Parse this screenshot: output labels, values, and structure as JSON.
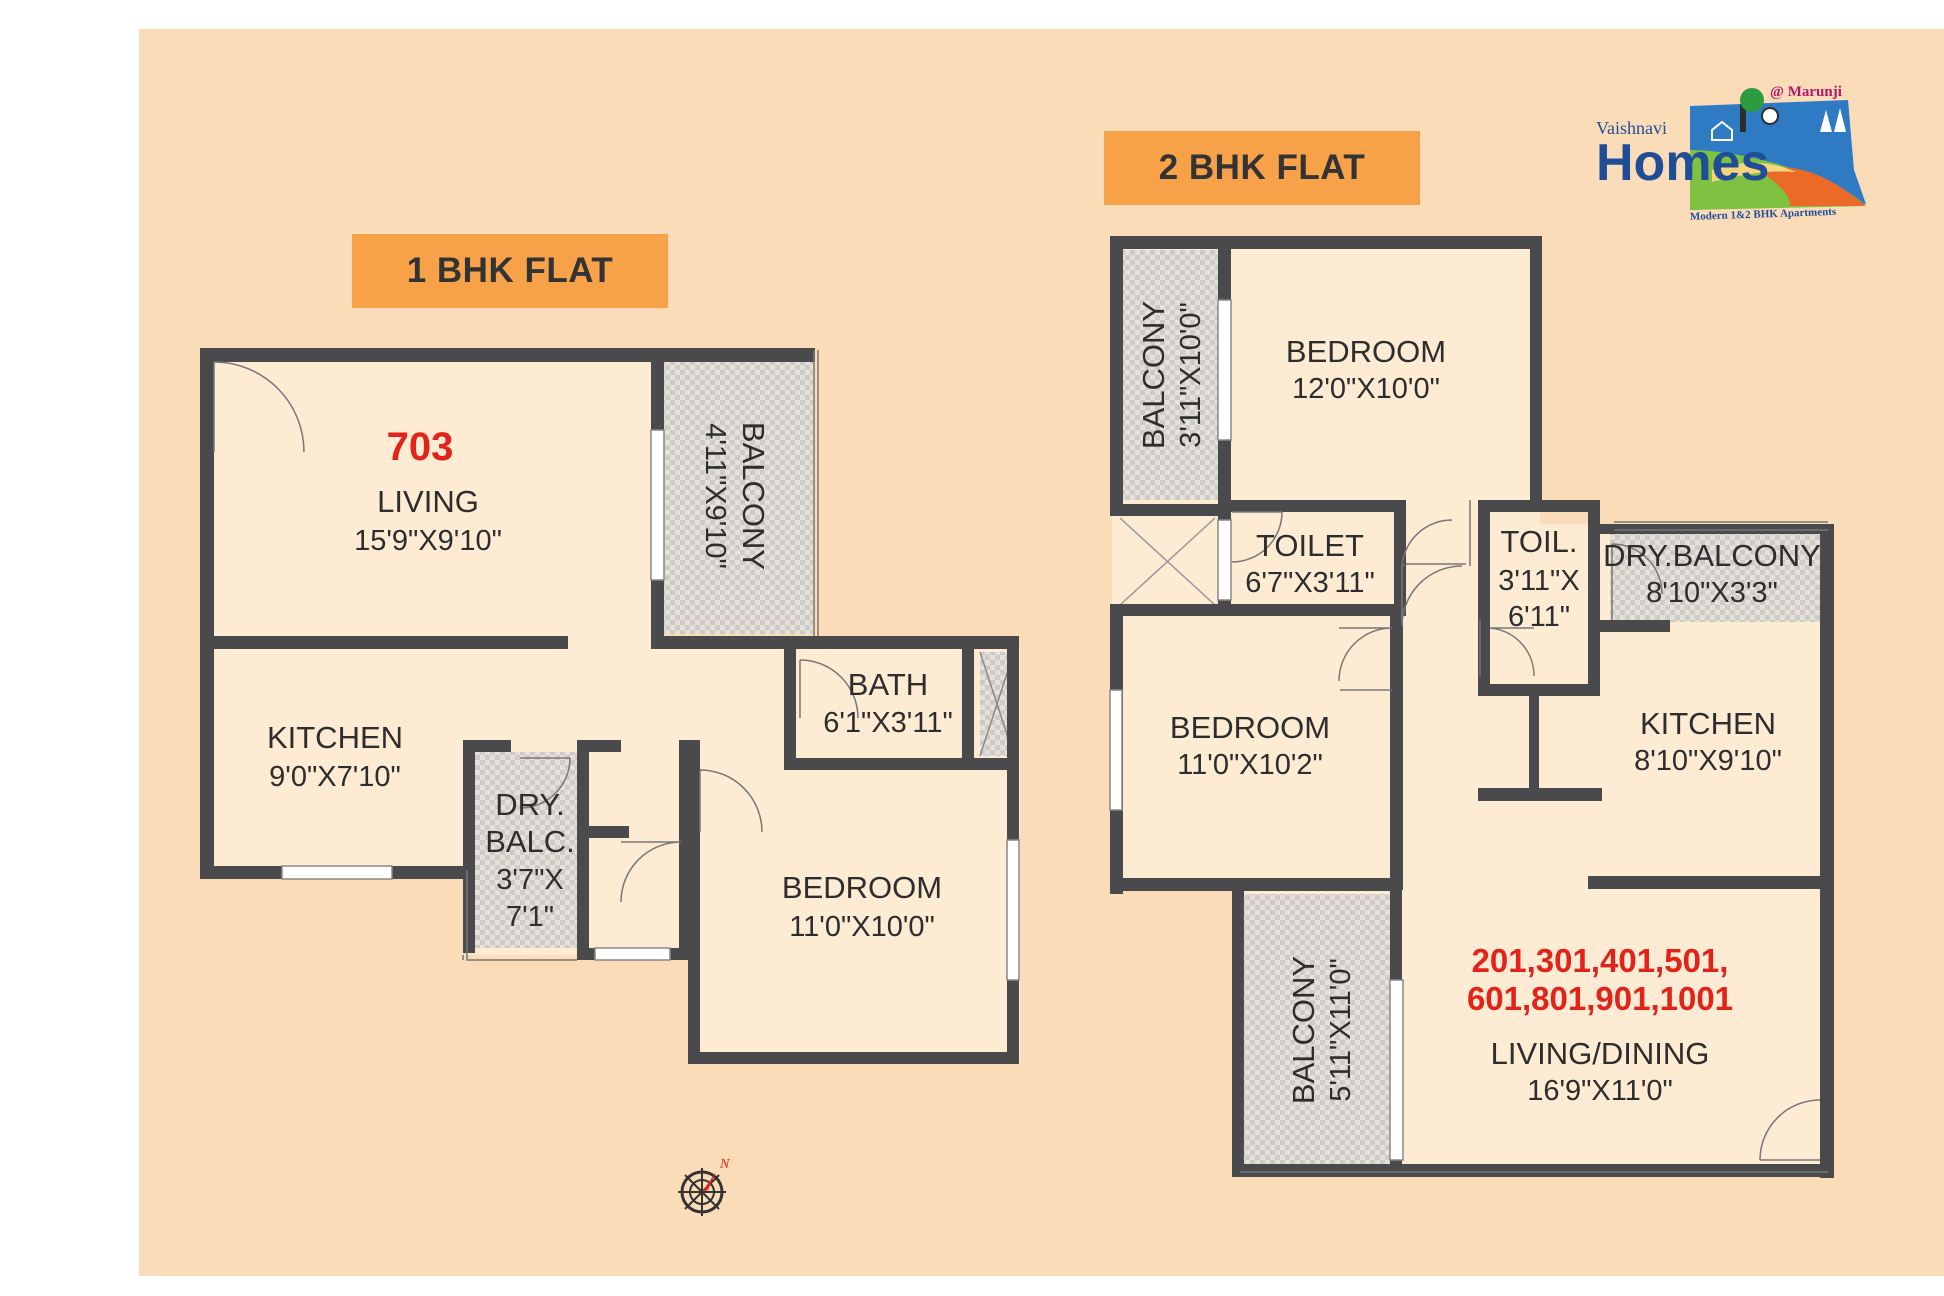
{
  "headings": {
    "one_bhk": "1 BHK FLAT",
    "two_bhk": "2 BHK FLAT"
  },
  "logo": {
    "prefix": "Vaishnavi",
    "name": "Homes",
    "location": "@ Marunji",
    "tagline": "Modern 1&2 BHK Apartments"
  },
  "one_bhk": {
    "unit_number": "703",
    "living": {
      "name": "LIVING",
      "dim": "15'9\"X9'10\""
    },
    "balcony": {
      "name": "BALCONY",
      "dim": "4'11\"X9'10\""
    },
    "kitchen": {
      "name": "KITCHEN",
      "dim": "9'0\"X7'10\""
    },
    "bath": {
      "name": "BATH",
      "dim": "6'1\"X3'11\""
    },
    "dry_balcony": {
      "line1": "DRY.",
      "line2": "BALC.",
      "line3": "3'7\"X",
      "line4": "7'1\""
    },
    "bedroom": {
      "name": "BEDROOM",
      "dim": "11'0\"X10'0\""
    }
  },
  "two_bhk": {
    "unit_numbers_line1": "201,301,401,501,",
    "unit_numbers_line2": "601,801,901,1001",
    "balcony_top": {
      "name": "BALCONY",
      "dim": "3'11\"X10'0\""
    },
    "bedroom_1": {
      "name": "BEDROOM",
      "dim": "12'0\"X10'0\""
    },
    "toilet": {
      "name": "TOILET",
      "dim": "6'7\"X3'11\""
    },
    "toil": {
      "line1": "TOIL.",
      "line2": "3'11\"X",
      "line3": "6'11\""
    },
    "dry_balcony": {
      "name": "DRY.BALCONY",
      "dim": "8'10\"X3'3\""
    },
    "bedroom_2": {
      "name": "BEDROOM",
      "dim": "11'0\"X10'2\""
    },
    "kitchen": {
      "name": "KITCHEN",
      "dim": "8'10\"X9'10\""
    },
    "balcony_bottom": {
      "name": "BALCONY",
      "dim": "5'11\"X11'0\""
    },
    "living_dining": {
      "name": "LIVING/DINING",
      "dim": "16'9\"X11'0\""
    }
  },
  "compass": {
    "north": "N"
  },
  "colors": {
    "background": "#fbdcb9",
    "room_floor": "#fdebd3",
    "wall": "#4a4a4c",
    "heading_bg": "#f7a148",
    "unit_red": "#e2231a",
    "logo_blue": "#1f4e96"
  }
}
